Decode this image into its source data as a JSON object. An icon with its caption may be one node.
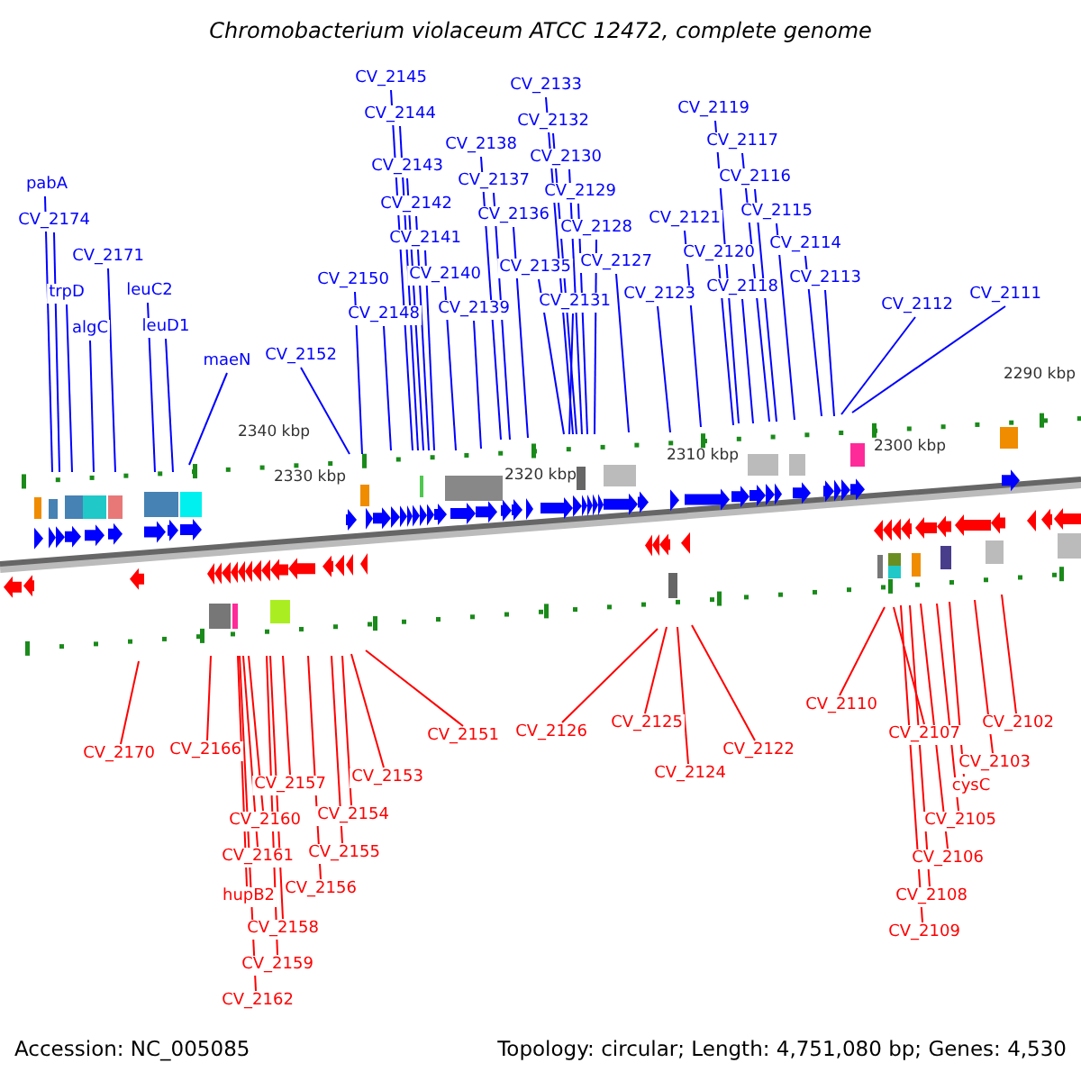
{
  "diagram": {
    "title": "Chromobacterium violaceum ATCC 12472, complete genome",
    "nodes": [
      {
        "text": [
          "pabA"
        ]
      },
      {
        "text": [
          "CV_2174"
        ]
      },
      {
        "text": [
          "CV_2171"
        ]
      },
      {
        "text": [
          "trpD"
        ]
      },
      {
        "text": [
          "leuC2"
        ]
      },
      {
        "text": [
          "algC"
        ]
      },
      {
        "text": [
          "leuD1"
        ]
      },
      {
        "text": [
          "maeN"
        ]
      },
      {
        "text": [
          "CV_2152"
        ]
      },
      {
        "text": [
          "CV_2150"
        ]
      },
      {
        "text": [
          "CV_2148"
        ]
      },
      {
        "text": [
          "CV_2145"
        ]
      },
      {
        "text": [
          "CV_2144"
        ]
      },
      {
        "text": [
          "CV_2143"
        ]
      },
      {
        "text": [
          "CV_2142"
        ]
      },
      {
        "text": [
          "CV_2141"
        ]
      },
      {
        "text": [
          "CV_2140"
        ]
      },
      {
        "text": [
          "CV_2139"
        ]
      },
      {
        "text": [
          "CV_2138"
        ]
      },
      {
        "text": [
          "CV_2137"
        ]
      },
      {
        "text": [
          "CV_2136"
        ]
      },
      {
        "text": [
          "CV_2133"
        ]
      },
      {
        "text": [
          "CV_2132"
        ]
      },
      {
        "text": [
          "CV_2130"
        ]
      },
      {
        "text": [
          "CV_2129"
        ]
      },
      {
        "text": [
          "CV_2128"
        ]
      },
      {
        "text": [
          "CV_2127"
        ]
      },
      {
        "text": [
          "CV_2135"
        ]
      },
      {
        "text": [
          "CV_2131"
        ]
      },
      {
        "text": [
          "CV_2123"
        ]
      },
      {
        "text": [
          "CV_2121"
        ]
      },
      {
        "text": [
          "CV_2120"
        ]
      },
      {
        "text": [
          "CV_2118"
        ]
      },
      {
        "text": [
          "CV_2119"
        ]
      },
      {
        "text": [
          "CV_2117"
        ]
      },
      {
        "text": [
          "CV_2116"
        ]
      },
      {
        "text": [
          "CV_2115"
        ]
      },
      {
        "text": [
          "CV_2114"
        ]
      },
      {
        "text": [
          "CV_2113"
        ]
      },
      {
        "text": [
          "CV_2112"
        ]
      },
      {
        "text": [
          "CV_2111"
        ]
      },
      {
        "text": [
          "CV_2170"
        ]
      },
      {
        "text": [
          "CV_2166"
        ]
      },
      {
        "text": [
          "CV_2157"
        ]
      },
      {
        "text": [
          "CV_2160"
        ]
      },
      {
        "text": [
          "CV_2161"
        ]
      },
      {
        "text": [
          "hupB2"
        ]
      },
      {
        "text": [
          "CV_2158"
        ]
      },
      {
        "text": [
          "CV_2159"
        ]
      },
      {
        "text": [
          "CV_2162"
        ]
      },
      {
        "text": [
          "CV_2156"
        ]
      },
      {
        "text": [
          "CV_2155"
        ]
      },
      {
        "text": [
          "CV_2154"
        ]
      },
      {
        "text": [
          "CV_2153"
        ]
      },
      {
        "text": [
          "CV_2151"
        ]
      },
      {
        "text": [
          "CV_2126"
        ]
      },
      {
        "text": [
          "CV_2125"
        ]
      },
      {
        "text": [
          "CV_2124"
        ]
      },
      {
        "text": [
          "CV_2122"
        ]
      },
      {
        "text": [
          "CV_2110"
        ]
      },
      {
        "text": [
          "CV_2107"
        ]
      },
      {
        "text": [
          "CV_2102"
        ]
      },
      {
        "text": [
          "CV_2103"
        ]
      },
      {
        "text": [
          "cysC"
        ]
      },
      {
        "text": [
          "CV_2105"
        ]
      },
      {
        "text": [
          "CV_2106"
        ]
      },
      {
        "text": [
          "CV_2108"
        ]
      },
      {
        "text": [
          "CV_2109"
        ]
      }
    ],
    "edges": [
      {
        "from": 0,
        "to": null,
        "arrow": "none"
      },
      {
        "from": 1,
        "to": null,
        "arrow": "none"
      },
      {
        "from": 2,
        "to": null,
        "arrow": "none"
      },
      {
        "from": 3,
        "to": null,
        "arrow": "none"
      },
      {
        "from": 4,
        "to": null,
        "arrow": "none"
      },
      {
        "from": 5,
        "to": null,
        "arrow": "none"
      },
      {
        "from": 6,
        "to": null,
        "arrow": "none"
      },
      {
        "from": 7,
        "to": null,
        "arrow": "none"
      },
      {
        "from": 8,
        "to": null,
        "arrow": "none"
      },
      {
        "from": 9,
        "to": null,
        "arrow": "none"
      },
      {
        "from": 10,
        "to": null,
        "arrow": "none"
      },
      {
        "from": 11,
        "to": null,
        "arrow": "none"
      },
      {
        "from": 12,
        "to": null,
        "arrow": "none"
      },
      {
        "from": 13,
        "to": null,
        "arrow": "none"
      },
      {
        "from": 14,
        "to": null,
        "arrow": "none"
      },
      {
        "from": 15,
        "to": null,
        "arrow": "none"
      },
      {
        "from": 16,
        "to": null,
        "arrow": "none"
      },
      {
        "from": 17,
        "to": null,
        "arrow": "none"
      },
      {
        "from": 18,
        "to": null,
        "arrow": "none"
      },
      {
        "from": 19,
        "to": null,
        "arrow": "none"
      },
      {
        "from": 20,
        "to": null,
        "arrow": "none"
      },
      {
        "from": 21,
        "to": null,
        "arrow": "none"
      },
      {
        "from": 22,
        "to": null,
        "arrow": "none"
      },
      {
        "from": 23,
        "to": null,
        "arrow": "none"
      },
      {
        "from": 24,
        "to": null,
        "arrow": "none"
      },
      {
        "from": 25,
        "to": null,
        "arrow": "none"
      },
      {
        "from": 26,
        "to": null,
        "arrow": "none"
      },
      {
        "from": 27,
        "to": null,
        "arrow": "none"
      },
      {
        "from": 28,
        "to": null,
        "arrow": "none"
      },
      {
        "from": 29,
        "to": null,
        "arrow": "none"
      },
      {
        "from": 30,
        "to": null,
        "arrow": "none"
      },
      {
        "from": 31,
        "to": null,
        "arrow": "none"
      },
      {
        "from": 32,
        "to": null,
        "arrow": "none"
      },
      {
        "from": 33,
        "to": null,
        "arrow": "none"
      },
      {
        "from": 34,
        "to": null,
        "arrow": "none"
      },
      {
        "from": 35,
        "to": null,
        "arrow": "none"
      },
      {
        "from": 36,
        "to": null,
        "arrow": "none"
      },
      {
        "from": 37,
        "to": null,
        "arrow": "none"
      },
      {
        "from": 38,
        "to": null,
        "arrow": "none"
      },
      {
        "from": 39,
        "to": null,
        "arrow": "none"
      },
      {
        "from": 40,
        "to": null,
        "arrow": "none"
      },
      {
        "from": 41,
        "to": null,
        "arrow": "none",
        "color": "#ff0000"
      },
      {
        "from": 42,
        "to": null,
        "arrow": "none",
        "color": "#ff0000"
      },
      {
        "from": 43,
        "to": null,
        "arrow": "none",
        "color": "#ff0000"
      },
      {
        "from": 44,
        "to": null,
        "arrow": "none",
        "color": "#ff0000"
      },
      {
        "from": 45,
        "to": null,
        "arrow": "none",
        "color": "#ff0000"
      },
      {
        "from": 46,
        "to": null,
        "arrow": "none",
        "color": "#ff0000"
      },
      {
        "from": 47,
        "to": null,
        "arrow": "none",
        "color": "#ff0000"
      },
      {
        "from": 48,
        "to": null,
        "arrow": "none",
        "color": "#ff0000"
      },
      {
        "from": 49,
        "to": null,
        "arrow": "none",
        "color": "#ff0000"
      },
      {
        "from": 50,
        "to": null,
        "arrow": "none",
        "color": "#ff0000"
      },
      {
        "from": 51,
        "to": null,
        "arrow": "none",
        "color": "#ff0000"
      },
      {
        "from": 52,
        "to": null,
        "arrow": "none",
        "color": "#ff0000"
      },
      {
        "from": 53,
        "to": null,
        "arrow": "none",
        "color": "#ff0000"
      },
      {
        "from": 54,
        "to": null,
        "arrow": "none",
        "color": "#ff0000"
      },
      {
        "from": 55,
        "to": null,
        "arrow": "none",
        "color": "#ff0000"
      },
      {
        "from": 56,
        "to": null,
        "arrow": "none",
        "color": "#ff0000"
      },
      {
        "from": 57,
        "to": null,
        "arrow": "none",
        "color": "#ff0000"
      },
      {
        "from": 58,
        "to": null,
        "arrow": "none",
        "color": "#ff0000"
      },
      {
        "from": 59,
        "to": null,
        "arrow": "none",
        "color": "#ff0000"
      },
      {
        "from": 60,
        "to": null,
        "arrow": "none",
        "color": "#ff0000"
      },
      {
        "from": 61,
        "to": null,
        "arrow": "none",
        "color": "#ff0000"
      },
      {
        "from": 62,
        "to": null,
        "arrow": "none",
        "color": "#ff0000"
      },
      {
        "from": 63,
        "to": null,
        "arrow": "none",
        "color": "#ff0000"
      },
      {
        "from": 64,
        "to": null,
        "arrow": "none",
        "color": "#ff0000"
      },
      {
        "from": 65,
        "to": null,
        "arrow": "none",
        "color": "#ff0000"
      },
      {
        "from": 66,
        "to": null,
        "arrow": "none",
        "color": "#ff0000"
      },
      {
        "from": 67,
        "to": null,
        "arrow": "none",
        "color": "#ff0000"
      }
    ],
    "labels": [
      "2340 kbp",
      "2330 kbp",
      "2320 kbp",
      "2310 kbp",
      "2300 kbp",
      "2290 kbp",
      "Accession: NC_005085",
      "Topology: circular; Length: 4,751,080 bp; Genes: 4,530"
    ]
  }
}
